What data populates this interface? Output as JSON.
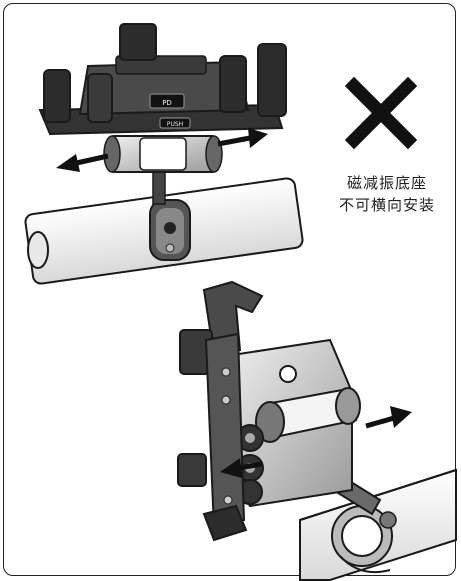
{
  "caption": {
    "line1": "磁减振底座",
    "line2": "不可横向安装"
  },
  "icons": {
    "prohibited": "x-mark-icon",
    "arrow_left": "arrow-left-icon",
    "arrow_right": "arrow-right-icon"
  },
  "colors": {
    "line": "#1a1a1a",
    "x_mark": "#111111",
    "shade": "#cfcfcf"
  },
  "labels": {
    "pd_badge": "PD",
    "push_tag": "PUSH"
  }
}
